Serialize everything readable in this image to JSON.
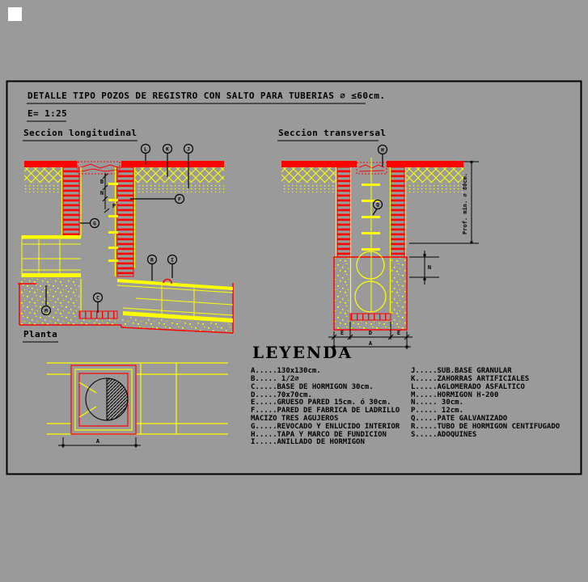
{
  "colors": {
    "background": "#9a9a9a",
    "ink": "#000000",
    "red": "#ff0000",
    "yellow": "#ffff00",
    "white": "#ffffff"
  },
  "title": {
    "text": "DETALLE TIPO POZOS DE REGISTRO CON SALTO PARA TUBERIAS ∅ ≤60cm.",
    "scale": "E= 1:25"
  },
  "views": {
    "longitudinal": {
      "label": "Seccion longitudinal"
    },
    "transversal": {
      "label": "Seccion transversal"
    },
    "planta": {
      "label": "Planta"
    }
  },
  "legend": {
    "heading": "LEYENDA",
    "left": [
      "A.....130x130cm.",
      "B..... 1/2∅",
      "C.....BASE DE HORMIGON 30cm.",
      "D.....70x70cm.",
      "E.....GRUESO PARED 15cm. ó 30cm.",
      "F.....PARED DE FABRICA DE LADRILLO",
      "MACIZO TRES AGUJEROS",
      "G.....REVOCADO Y ENLUCIDO INTERIOR",
      "H.....TAPA Y MARCO DE FUNDICION",
      "I.....ANILLADO DE HORMIGON"
    ],
    "right": [
      "J.....SUB.BASE GRANULAR",
      "K.....ZAHORRAS ARTIFICIALES",
      "L.....AGLOMERADO ASFALTICO",
      "M.....HORMIGON H-200",
      "N..... 30cm.",
      "P..... 12cm.",
      "Q.....PATE GALVANIZADO",
      "R.....TUBO DE HORMIGON CENTIFUGADO",
      "S.....ADOQUINES"
    ]
  },
  "callouts": {
    "asphalt": "L",
    "zahorras": "K",
    "subbase": "J",
    "brick_wall": "F",
    "plaster": "G",
    "pipe": "R",
    "ring": "I",
    "base": "C",
    "concrete": "M",
    "cover": "H",
    "pate": "Q"
  },
  "dimensions": {
    "shaft_chain": [
      "B",
      "N",
      "P"
    ],
    "depth_label": "Prof. min. ∅ 80cm.",
    "salto": "N",
    "bottom_chain": [
      "E",
      "D",
      "E"
    ],
    "bottom_total": "A",
    "planta_width": "A"
  }
}
